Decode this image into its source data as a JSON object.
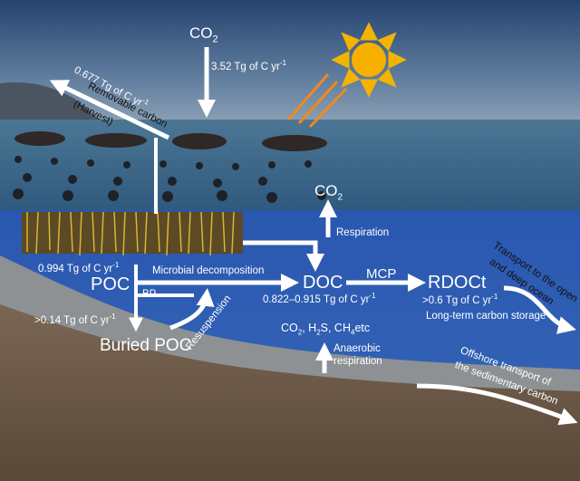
{
  "atmosphere": {
    "co2_label": "CO",
    "co2_sub": "2",
    "co2_flux": "3.52 Tg of C yr",
    "co2_flux_exp": "-1"
  },
  "harvest": {
    "flux": "0.677 Tg of C yr",
    "flux_exp": "-1",
    "label": "Removable carbon",
    "note": "(Harvest)"
  },
  "respiration": {
    "co2_label": "CO",
    "co2_sub": "2",
    "label": "Respiration"
  },
  "poc": {
    "flux": "0.994 Tg of C yr",
    "flux_exp": "-1",
    "label": "POC",
    "microbial": "Microbial decomposition",
    "bp": "BP",
    "burial_flux": ">0.14 Tg of C yr",
    "burial_flux_exp": "-1",
    "buried": "Buried POC",
    "resuspension": "Resuspension"
  },
  "doc": {
    "label": "DOC",
    "flux": "0.822–0.915 Tg of C yr",
    "flux_exp": "-1",
    "mcp": "MCP"
  },
  "rdoct": {
    "label": "RDOCt",
    "flux": ">0.6 Tg of C yr",
    "flux_exp": "-1",
    "storage": "Long-term carbon storage",
    "transport_line1": "Transport to the open",
    "transport_line2": "and deep ocean"
  },
  "anaerobic": {
    "gases": [
      "CO",
      "2",
      ", H",
      "2",
      "S, CH",
      "4",
      "etc"
    ],
    "line1": "Anaerobic",
    "line2": "respiration"
  },
  "offshore": {
    "line1": "Offshore transport of",
    "line2": "the sedimentary carbon"
  },
  "colors": {
    "sky_top": "#2a4a78",
    "sky_bottom": "#7f97b0",
    "sea_surface": "#3f6c8e",
    "water": "#2f5fb0",
    "sediment": "#8a8d8f",
    "seabed": "#6e5a49",
    "sun": "#f6b400",
    "sun_rays": "#f08a1a",
    "arrow": "#ffffff"
  }
}
